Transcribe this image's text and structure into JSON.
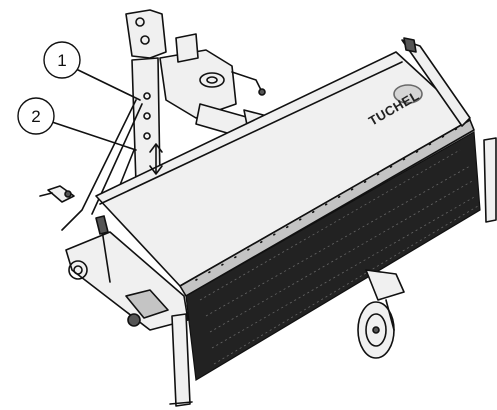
{
  "callouts": [
    {
      "label": "1"
    },
    {
      "label": "2"
    }
  ],
  "brand": {
    "text": "TUCHEL"
  },
  "colors": {
    "ink": "#111111",
    "panel": "#f0f0f0",
    "bristle": "#222222",
    "steel": "#c4c4c4"
  },
  "icons": {
    "height_adjust": "double-arrow-vertical-icon"
  }
}
